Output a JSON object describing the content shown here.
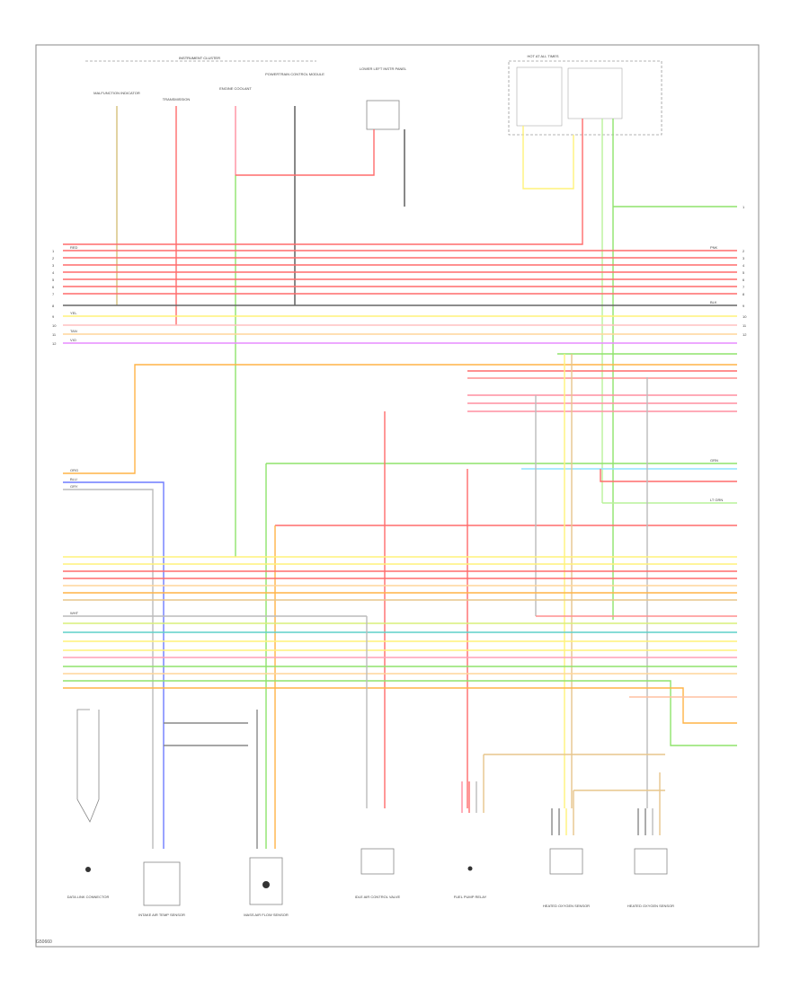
{
  "diagram": {
    "top_title": "INSTRUMENT CLUSTER",
    "footer_code": "G50660",
    "colors": {
      "red": "#ff6b6b",
      "pink": "#ff9fb6",
      "yellow": "#fff27a",
      "orange": "#ffb347",
      "violet": "#e78bff",
      "green": "#8fe36b",
      "lightgreen": "#b9f29a",
      "blue": "#6e7cff",
      "cyan": "#8fe3ff",
      "tan": "#e7c58c",
      "gray": "#9a9a9a",
      "darkgray": "#555555",
      "black": "#222222",
      "frame": "#888888"
    },
    "wire_labels": {
      "red": "RED",
      "pink": "PNK",
      "yellow": "YEL",
      "orange": "ORG",
      "violet": "VIO",
      "green": "GRN",
      "lightgreen": "LT GRN",
      "blue": "BLU",
      "tan": "TAN",
      "gray": "GRY",
      "white": "WHT",
      "black": "BLK"
    },
    "top_components": [
      "MALFUNCTION INDICATOR",
      "TRANSMISSION",
      "ENGINE COOLANT",
      "POWERTRAIN CONTROL MODULE",
      "LOWER LEFT INSTR PANEL",
      "HOT AT ALL TIMES"
    ],
    "bottom_components": [
      "DATA LINK CONNECTOR",
      "INTAKE AIR TEMP SENSOR",
      "MASS AIR FLOW SENSOR",
      "IDLE AIR CONTROL VALVE",
      "FUEL PUMP RELAY",
      "HEATED OXYGEN SENSOR",
      "HEATED OXYGEN SENSOR"
    ],
    "left_pin_numbers": [
      "1",
      "2",
      "3",
      "4",
      "5",
      "6",
      "7",
      "8",
      "9",
      "10",
      "11",
      "12"
    ],
    "right_pin_numbers": [
      "1",
      "2",
      "3",
      "4",
      "5",
      "6",
      "7",
      "8",
      "9",
      "10",
      "11",
      "12"
    ]
  }
}
